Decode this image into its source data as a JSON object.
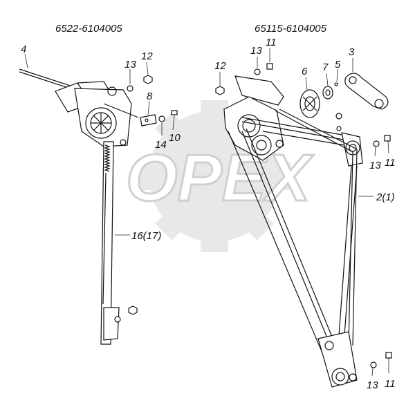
{
  "titles": {
    "left_assembly": "6522-6104005",
    "right_assembly": "65115-6104005"
  },
  "watermark": {
    "text": "OPEX"
  },
  "callouts": {
    "p4": "4",
    "p12_left": "12",
    "p13_left": "13",
    "p8": "8",
    "p14": "14",
    "p10": "10",
    "p16": "16(17)",
    "p13_top": "13",
    "p11_top": "11",
    "p12_right": "12",
    "p6": "6",
    "p7": "7",
    "p5": "5",
    "p3": "3",
    "p13_mid": "13",
    "p11_mid": "11",
    "p2": "2(1)",
    "p13_bottom": "13",
    "p11_bottom": "11"
  }
}
